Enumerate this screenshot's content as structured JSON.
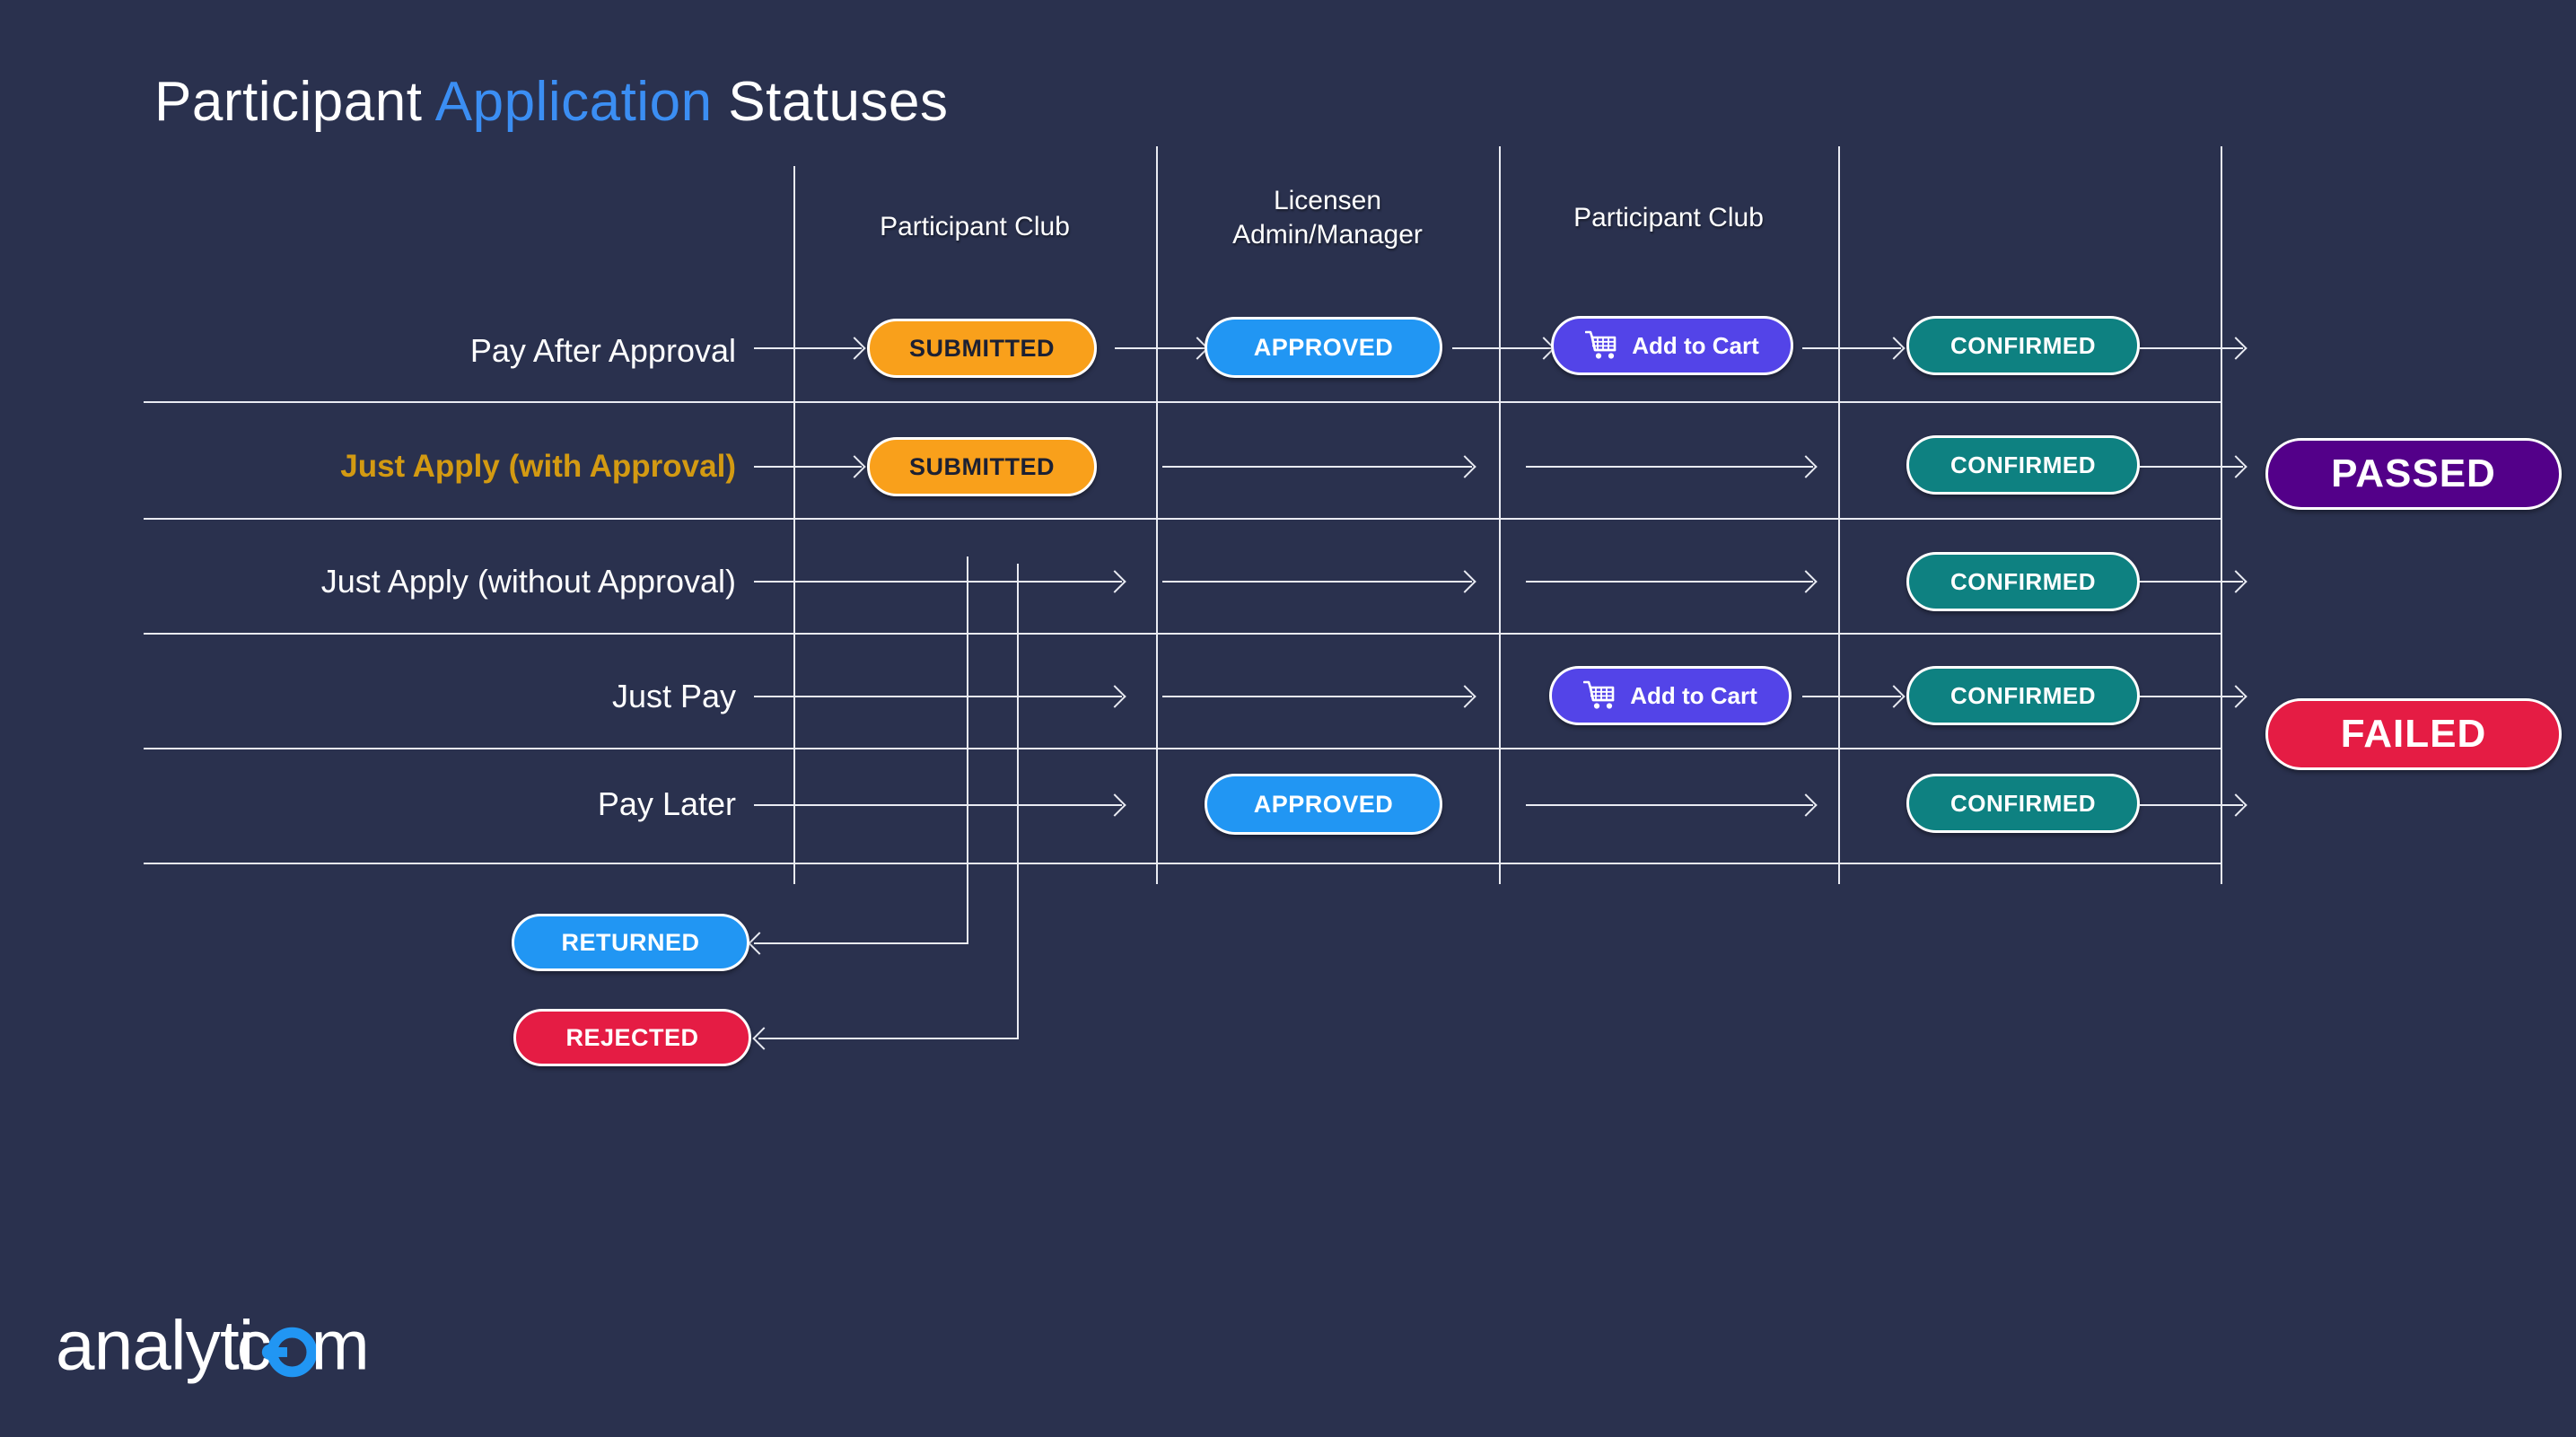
{
  "page": {
    "title_part1": "Participant ",
    "title_accent": "Application",
    "title_part2": " Statuses",
    "background_color": "#2A314E"
  },
  "columns": [
    {
      "id": "participant-club-1",
      "label": "Participant Club"
    },
    {
      "id": "licensen-admin-manager",
      "label": "Licensen\nAdmin/Manager",
      "line1": "Licensen",
      "line2": "Admin/Manager"
    },
    {
      "id": "participant-club-2",
      "label": "Participant Club"
    },
    {
      "id": "final-column",
      "label": ""
    }
  ],
  "rows": [
    {
      "id": "pay-after-approval",
      "label": "Pay After Approval",
      "highlight": false,
      "steps": [
        "SUBMITTED",
        "APPROVED",
        "Add to Cart",
        "CONFIRMED"
      ]
    },
    {
      "id": "just-apply-with-approval",
      "label": "Just Apply (with Approval)",
      "highlight": true,
      "steps": [
        "SUBMITTED",
        null,
        null,
        "CONFIRMED"
      ]
    },
    {
      "id": "just-apply-without-approval",
      "label": "Just Apply (without Approval)",
      "highlight": false,
      "steps": [
        null,
        null,
        null,
        "CONFIRMED"
      ]
    },
    {
      "id": "just-pay",
      "label": "Just Pay",
      "highlight": false,
      "steps": [
        null,
        null,
        "Add to Cart",
        "CONFIRMED"
      ]
    },
    {
      "id": "pay-later",
      "label": "Pay Later",
      "highlight": false,
      "steps": [
        null,
        "APPROVED",
        null,
        "CONFIRMED"
      ]
    }
  ],
  "statuses": {
    "submitted": {
      "label": "SUBMITTED",
      "color": "#F9A01B",
      "text_color": "#1C2033"
    },
    "approved": {
      "label": "APPROVED",
      "color": "#2196F3",
      "text_color": "#FFFFFF"
    },
    "add_to_cart": {
      "label": "Add to Cart",
      "color": "#5344E8",
      "text_color": "#FFFFFF",
      "icon": "shopping-cart-icon"
    },
    "confirmed": {
      "label": "CONFIRMED",
      "color": "#0E8181",
      "text_color": "#FFFFFF"
    },
    "returned": {
      "label": "RETURNED",
      "color": "#2196F3",
      "text_color": "#FFFFFF"
    },
    "rejected": {
      "label": "REJECTED",
      "color": "#E51C44",
      "text_color": "#FFFFFF"
    },
    "passed": {
      "label": "PASSED",
      "color": "#530089",
      "text_color": "#FFFFFF"
    },
    "failed": {
      "label": "FAILED",
      "color": "#E51C44",
      "text_color": "#FFFFFF"
    }
  },
  "outcomes": [
    {
      "id": "passed",
      "label": "PASSED"
    },
    {
      "id": "failed",
      "label": "FAILED"
    }
  ],
  "terminal_states": [
    {
      "id": "returned",
      "label": "RETURNED"
    },
    {
      "id": "rejected",
      "label": "REJECTED"
    }
  ],
  "branding": {
    "logo_text": "analyticom",
    "accent_color": "#2196F3"
  }
}
